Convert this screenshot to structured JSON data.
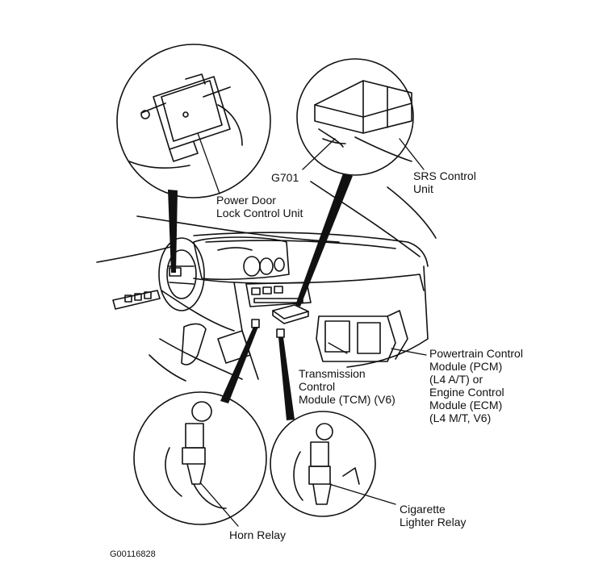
{
  "labels": {
    "power_door_lock": [
      "Power Door",
      "Lock Control Unit"
    ],
    "g701": "G701",
    "srs_control": [
      "SRS Control",
      "Unit"
    ],
    "pcm_ecm": [
      "Powertrain Control",
      "Module (PCM)",
      "(L4 A/T) or",
      "Engine Control",
      "Module (ECM)",
      "(L4 M/T, V6)"
    ],
    "tcm": [
      "Transmission",
      "Control",
      "Module (TCM) (V6)"
    ],
    "cigarette_relay": [
      "Cigarette",
      "Lighter Relay"
    ],
    "horn_relay": "Horn Relay",
    "figure_id": "G00116828"
  }
}
